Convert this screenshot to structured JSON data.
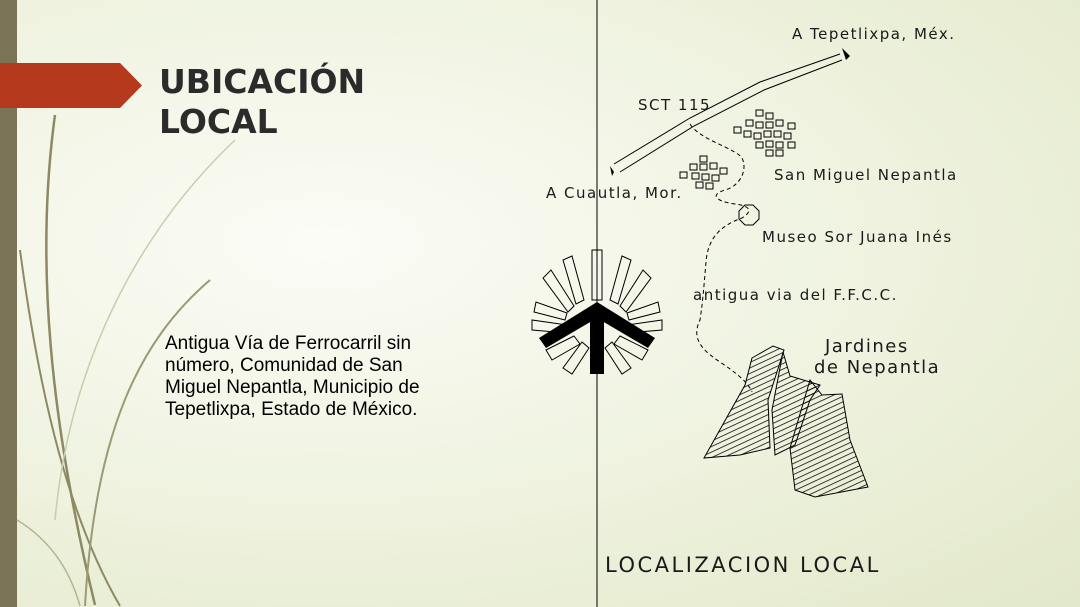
{
  "slide": {
    "title_line1": "UBICACIÓN",
    "title_line2": "LOCAL",
    "address": "Antigua Vía de Ferrocarril sin número, Comunidad de San Miguel Nepantla, Municipio de Tepetlixpa, Estado de México.",
    "accent_color": "#b5391c",
    "side_bar_color": "#7a7355"
  },
  "map": {
    "to_tepetlixpa": "A Tepetlixpa, Méx.",
    "road_label": "SCT 115",
    "to_cuautla": "A Cuautla, Mor.",
    "village_label": "San Miguel Nepantla",
    "museum_label": "Museo Sor Juana Inés",
    "railway_label": "antigua via del F.F.C.C.",
    "gardens_line1": "Jardines",
    "gardens_line2": "de Nepantla",
    "map_title": "LOCALIZACION LOCAL",
    "north_icon": "north-arrow-icon"
  }
}
